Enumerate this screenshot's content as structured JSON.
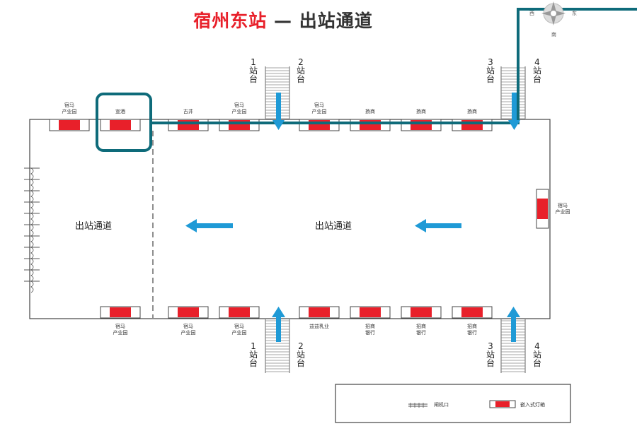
{
  "title": {
    "station": "宿州东站",
    "rest": " — 出站通道"
  },
  "compass": {
    "west": "西",
    "east": "东",
    "south": "南"
  },
  "corridor_labels": [
    "出站通道",
    "出站通道"
  ],
  "top_ads": [
    "宿马\n产业园",
    "宣酒",
    "古井",
    "宿马\n产业园",
    "宿马\n产业园",
    "扬商",
    "扬商",
    "扬商"
  ],
  "bottom_ads": [
    "宿马\n产业园",
    "宿马\n产业园",
    "宿马\n产业园",
    "益益乳业",
    "招商\n银行",
    "招商\n银行",
    "招商\n银行"
  ],
  "right_ad": "宿马\n产业园",
  "platforms": {
    "top_left": [
      "1\n站\n台",
      "2\n站\n台"
    ],
    "top_right": [
      "3\n站\n台",
      "4\n站\n台"
    ],
    "bottom_left": [
      "1\n站\n台",
      "2\n站\n台"
    ],
    "bottom_right": [
      "3\n站\n台",
      "4\n站\n台"
    ]
  },
  "legend": {
    "gate": "闸机口",
    "ad": "嵌入式灯箱"
  },
  "colors": {
    "accent_red": "#e8202a",
    "route_teal": "#0e6b7a",
    "arrow_blue": "#1f9ad6"
  }
}
